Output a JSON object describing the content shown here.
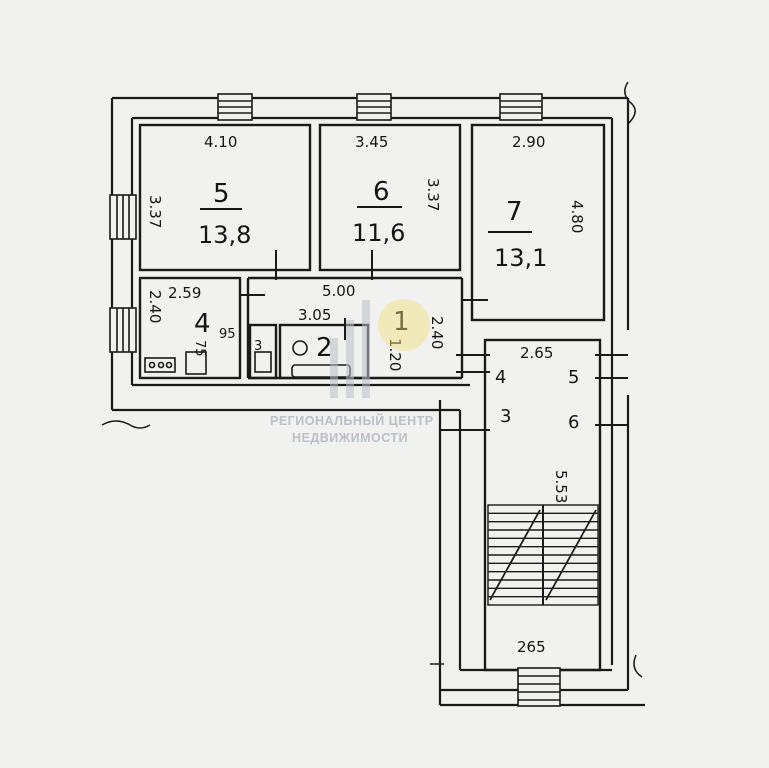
{
  "rooms": [
    {
      "number": "5",
      "area": "13,8",
      "width": "4.10",
      "depth": "3.37"
    },
    {
      "number": "6",
      "area": "11,6",
      "width": "3.45",
      "depth": "3.37"
    },
    {
      "number": "7",
      "area": "13,1",
      "width": "2.90",
      "depth": "4.80"
    },
    {
      "number": "4",
      "width": "2.59",
      "depth": "2.40"
    },
    {
      "number": "1",
      "width": "5.00",
      "depth": "2.40"
    },
    {
      "number": "2",
      "width": "3.05",
      "depth": "1.20"
    }
  ],
  "small_labels": [
    "75",
    "95",
    "3"
  ],
  "stair_hall": {
    "width_top": "2.65",
    "width_bottom": "265",
    "length": "5.53",
    "landings": [
      "4",
      "5",
      "3",
      "6"
    ]
  },
  "watermark": {
    "line1": "РЕГИОНАЛЬНЫЙ ЦЕНТР",
    "line2": "НЕДВИЖИМОСТИ"
  },
  "colors": {
    "paper": "#f1f1ef",
    "ink": "#151515",
    "watermark": "#b9c0c8",
    "watermark_logo": "#f3e07a"
  }
}
